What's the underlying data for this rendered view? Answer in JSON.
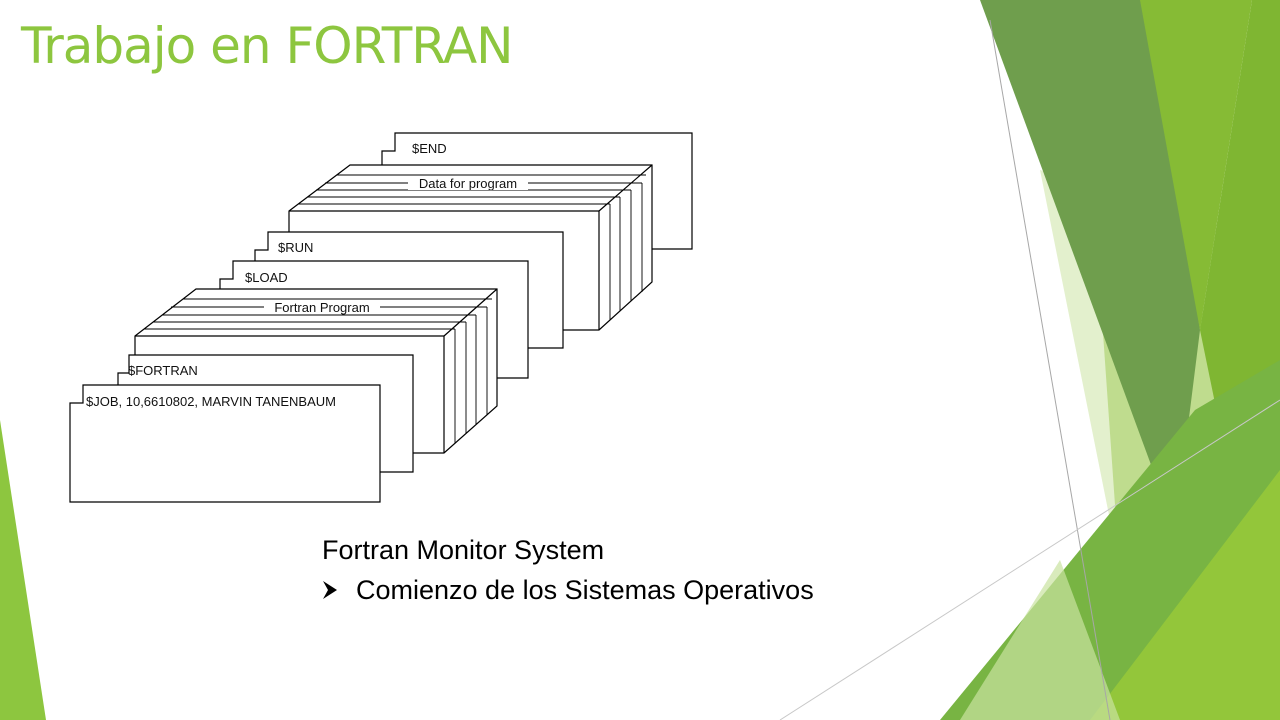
{
  "title": "Trabajo en FORTRAN",
  "colors": {
    "title": "#8dc63f",
    "accent_light": "#8dc63f",
    "accent_dark": "#4e8a2c",
    "accent_pale": "#d6eab7"
  },
  "diagram": {
    "cards": {
      "end": "$END",
      "data": "Data for program",
      "run": "$RUN",
      "load": "$LOAD",
      "program": "Fortran Program",
      "fortran": "$FORTRAN",
      "job": "$JOB, 10,6610802, MARVIN TANENBAUM"
    }
  },
  "caption": {
    "heading": "Fortran Monitor System",
    "bullet": "Comienzo de los Sistemas Operativos",
    "bullet_icon": "arrow-bullet-icon"
  }
}
